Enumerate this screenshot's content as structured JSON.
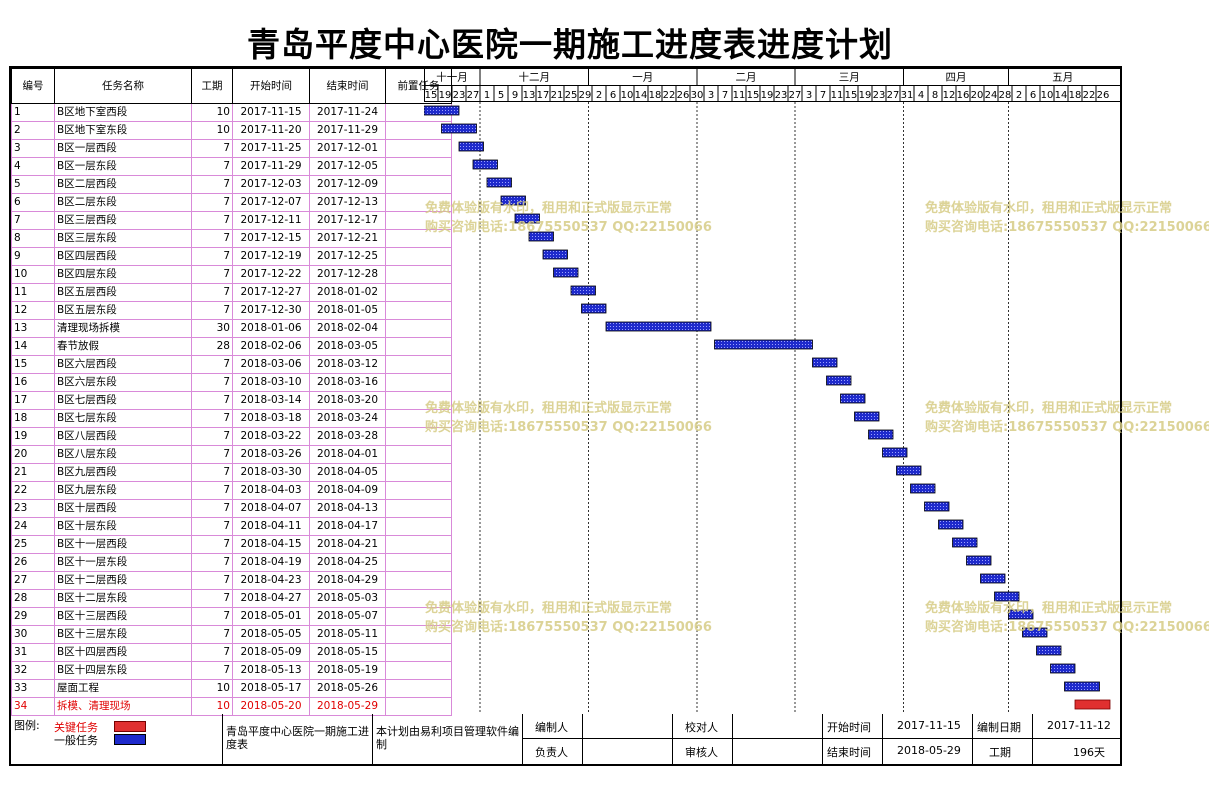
{
  "title": "青岛平度中心医院一期施工进度表进度计划",
  "headers": {
    "id": "编号",
    "name": "任务名称",
    "duration": "工期",
    "start": "开始时间",
    "end": "结束时间",
    "predecessor": "前置任务"
  },
  "timeline": {
    "months": [
      "十一月",
      "十二月",
      "一月",
      "二月",
      "三月",
      "四月",
      "五月"
    ],
    "days": [
      "15",
      "19",
      "23",
      "27",
      "1",
      "5",
      "9",
      "13",
      "17",
      "21",
      "25",
      "29",
      "2",
      "6",
      "10",
      "14",
      "18",
      "22",
      "26",
      "30",
      "3",
      "7",
      "11",
      "15",
      "19",
      "23",
      "27",
      "3",
      "7",
      "11",
      "15",
      "19",
      "23",
      "27",
      "31",
      "4",
      "8",
      "12",
      "16",
      "20",
      "24",
      "28",
      "2",
      "6",
      "10",
      "14",
      "18",
      "22",
      "26"
    ]
  },
  "chart_data": {
    "type": "gantt",
    "title": "青岛平度中心医院一期施工进度表进度计划",
    "x_range": [
      "2017-11-15",
      "2018-05-29"
    ],
    "tasks": [
      {
        "id": "1",
        "name": "B区地下室西段",
        "duration": "10",
        "start": "2017-11-15",
        "end": "2017-11-24",
        "critical": false
      },
      {
        "id": "2",
        "name": "B区地下室东段",
        "duration": "10",
        "start": "2017-11-20",
        "end": "2017-11-29",
        "critical": false
      },
      {
        "id": "3",
        "name": "B区一层西段",
        "duration": "7",
        "start": "2017-11-25",
        "end": "2017-12-01",
        "critical": false
      },
      {
        "id": "4",
        "name": "B区一层东段",
        "duration": "7",
        "start": "2017-11-29",
        "end": "2017-12-05",
        "critical": false
      },
      {
        "id": "5",
        "name": "B区二层西段",
        "duration": "7",
        "start": "2017-12-03",
        "end": "2017-12-09",
        "critical": false
      },
      {
        "id": "6",
        "name": "B区二层东段",
        "duration": "7",
        "start": "2017-12-07",
        "end": "2017-12-13",
        "critical": false
      },
      {
        "id": "7",
        "name": "B区三层西段",
        "duration": "7",
        "start": "2017-12-11",
        "end": "2017-12-17",
        "critical": false
      },
      {
        "id": "8",
        "name": "B区三层东段",
        "duration": "7",
        "start": "2017-12-15",
        "end": "2017-12-21",
        "critical": false
      },
      {
        "id": "9",
        "name": "B区四层西段",
        "duration": "7",
        "start": "2017-12-19",
        "end": "2017-12-25",
        "critical": false
      },
      {
        "id": "10",
        "name": "B区四层东段",
        "duration": "7",
        "start": "2017-12-22",
        "end": "2017-12-28",
        "critical": false
      },
      {
        "id": "11",
        "name": "B区五层西段",
        "duration": "7",
        "start": "2017-12-27",
        "end": "2018-01-02",
        "critical": false
      },
      {
        "id": "12",
        "name": "B区五层东段",
        "duration": "7",
        "start": "2017-12-30",
        "end": "2018-01-05",
        "critical": false
      },
      {
        "id": "13",
        "name": "清理现场拆模",
        "duration": "30",
        "start": "2018-01-06",
        "end": "2018-02-04",
        "critical": false
      },
      {
        "id": "14",
        "name": "春节放假",
        "duration": "28",
        "start": "2018-02-06",
        "end": "2018-03-05",
        "critical": false
      },
      {
        "id": "15",
        "name": "B区六层西段",
        "duration": "7",
        "start": "2018-03-06",
        "end": "2018-03-12",
        "critical": false
      },
      {
        "id": "16",
        "name": "B区六层东段",
        "duration": "7",
        "start": "2018-03-10",
        "end": "2018-03-16",
        "critical": false
      },
      {
        "id": "17",
        "name": "B区七层西段",
        "duration": "7",
        "start": "2018-03-14",
        "end": "2018-03-20",
        "critical": false
      },
      {
        "id": "18",
        "name": "B区七层东段",
        "duration": "7",
        "start": "2018-03-18",
        "end": "2018-03-24",
        "critical": false
      },
      {
        "id": "19",
        "name": "B区八层西段",
        "duration": "7",
        "start": "2018-03-22",
        "end": "2018-03-28",
        "critical": false
      },
      {
        "id": "20",
        "name": "B区八层东段",
        "duration": "7",
        "start": "2018-03-26",
        "end": "2018-04-01",
        "critical": false
      },
      {
        "id": "21",
        "name": "B区九层西段",
        "duration": "7",
        "start": "2018-03-30",
        "end": "2018-04-05",
        "critical": false
      },
      {
        "id": "22",
        "name": "B区九层东段",
        "duration": "7",
        "start": "2018-04-03",
        "end": "2018-04-09",
        "critical": false
      },
      {
        "id": "23",
        "name": "B区十层西段",
        "duration": "7",
        "start": "2018-04-07",
        "end": "2018-04-13",
        "critical": false
      },
      {
        "id": "24",
        "name": "B区十层东段",
        "duration": "7",
        "start": "2018-04-11",
        "end": "2018-04-17",
        "critical": false
      },
      {
        "id": "25",
        "name": "B区十一层西段",
        "duration": "7",
        "start": "2018-04-15",
        "end": "2018-04-21",
        "critical": false
      },
      {
        "id": "26",
        "name": "B区十一层东段",
        "duration": "7",
        "start": "2018-04-19",
        "end": "2018-04-25",
        "critical": false
      },
      {
        "id": "27",
        "name": "B区十二层西段",
        "duration": "7",
        "start": "2018-04-23",
        "end": "2018-04-29",
        "critical": false
      },
      {
        "id": "28",
        "name": "B区十二层东段",
        "duration": "7",
        "start": "2018-04-27",
        "end": "2018-05-03",
        "critical": false
      },
      {
        "id": "29",
        "name": "B区十三层西段",
        "duration": "7",
        "start": "2018-05-01",
        "end": "2018-05-07",
        "critical": false
      },
      {
        "id": "30",
        "name": "B区十三层东段",
        "duration": "7",
        "start": "2018-05-05",
        "end": "2018-05-11",
        "critical": false
      },
      {
        "id": "31",
        "name": "B区十四层西段",
        "duration": "7",
        "start": "2018-05-09",
        "end": "2018-05-15",
        "critical": false
      },
      {
        "id": "32",
        "name": "B区十四层东段",
        "duration": "7",
        "start": "2018-05-13",
        "end": "2018-05-19",
        "critical": false
      },
      {
        "id": "33",
        "name": "屋面工程",
        "duration": "10",
        "start": "2018-05-17",
        "end": "2018-05-26",
        "critical": false
      },
      {
        "id": "34",
        "name": "拆模、清理现场",
        "duration": "10",
        "start": "2018-05-20",
        "end": "2018-05-29",
        "critical": true
      }
    ],
    "colors": {
      "normal": "#1e2acc",
      "critical": "#e03030"
    }
  },
  "legend": {
    "label": "图例:",
    "critical": "关键任务",
    "normal": "一般任务"
  },
  "footer": {
    "project_name": "青岛平度中心医院一期施工进度表",
    "note": "本计划由易利项目管理软件编制",
    "editor_label": "编制人",
    "reviewer_label": "校对人",
    "responsible_label": "负责人",
    "approver_label": "审核人",
    "start_label": "开始时间",
    "start_value": "2017-11-15",
    "end_label": "结束时间",
    "end_value": "2018-05-29",
    "compile_label": "编制日期",
    "compile_value": "2017-11-12",
    "duration_label": "工期",
    "duration_value": "196天"
  },
  "watermark": {
    "line1": "免费体验版有水印，租用和正式版显示正常",
    "line2": "购买咨询电话:18675550537 QQ:22150066"
  }
}
